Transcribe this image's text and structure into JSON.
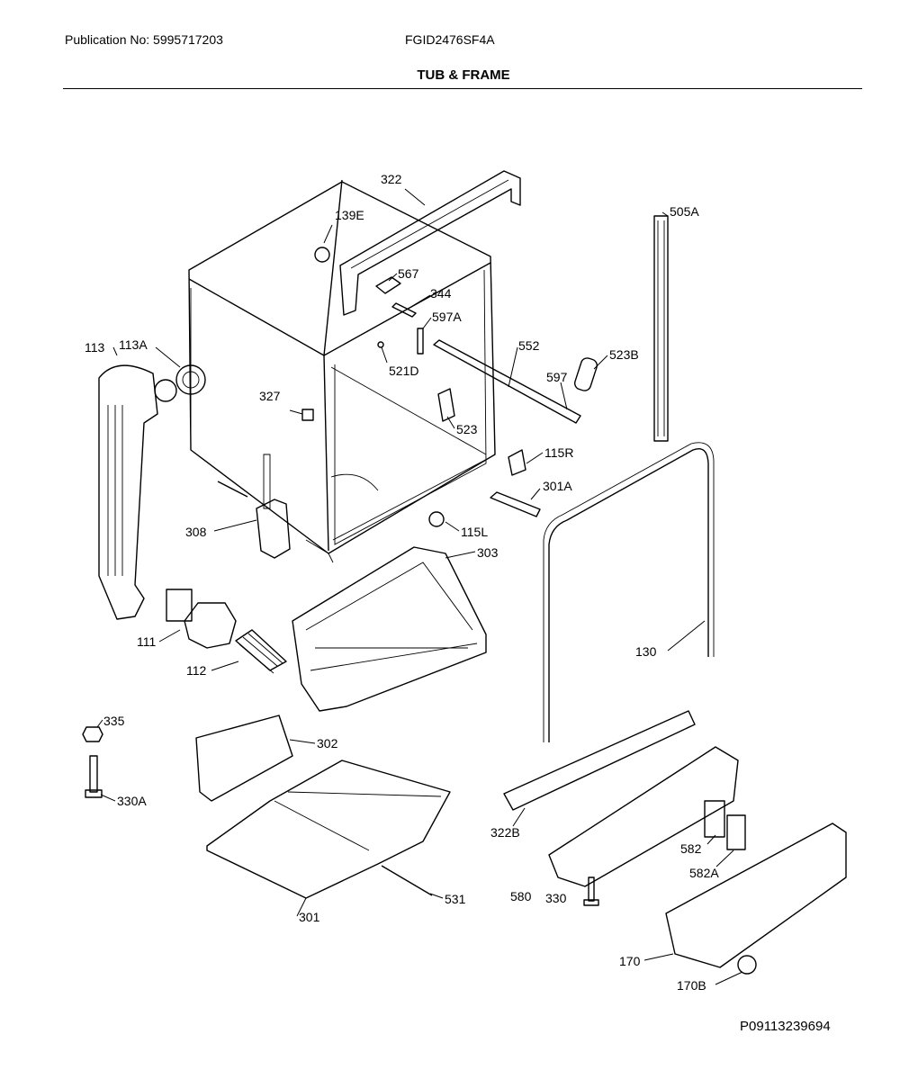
{
  "header": {
    "publication": "Publication No: 5995717203",
    "model": "FGID2476SF4A",
    "title": "TUB & FRAME"
  },
  "footer": {
    "ref": "P09113239694"
  },
  "parts": {
    "p322": "322",
    "p139E": "139E",
    "p505A": "505A",
    "p567": "567",
    "p344": "344",
    "p597A": "597A",
    "p113": "113",
    "p113A": "113A",
    "p552": "552",
    "p523B": "523B",
    "p521D": "521D",
    "p597": "597",
    "p327": "327",
    "p523": "523",
    "p115R": "115R",
    "p301A": "301A",
    "p308": "308",
    "p115L": "115L",
    "p303": "303",
    "p111": "111",
    "p130": "130",
    "p112": "112",
    "p335": "335",
    "p302": "302",
    "p330A": "330A",
    "p322B": "322B",
    "p582": "582",
    "p582A": "582A",
    "p531": "531",
    "p580": "580",
    "p330": "330",
    "p301": "301",
    "p170": "170",
    "p170B": "170B"
  }
}
